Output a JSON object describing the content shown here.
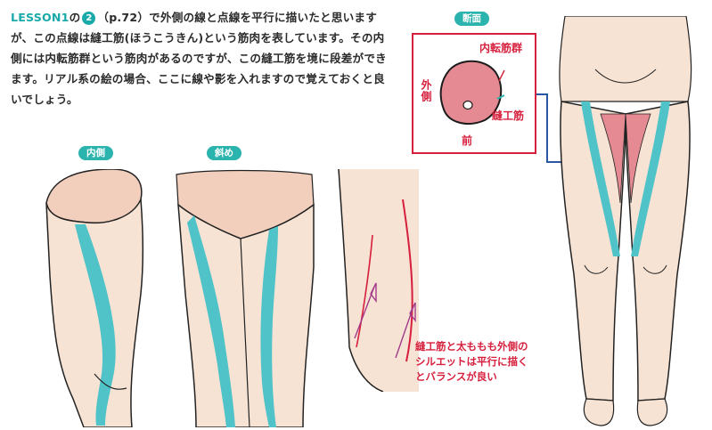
{
  "text": {
    "lesson": "LESSON1",
    "seg1": "の",
    "circled": "2",
    "seg2": "（p.72）で外側の線と点線を平行に描いたと思いますが、この点線は縫工筋(ほうこうきん)という筋肉を表しています。その内側には内転筋群という筋肉があるのですが、この縫工筋を境に段差ができます。リアル系の絵の場合、ここに線や影を入れますので覚えておくと良いでしょう。"
  },
  "labels": {
    "inner": "内側",
    "oblique": "斜め",
    "section": "断面",
    "adductor": "内転筋群",
    "outer": "外側",
    "sartorius": "縫工筋",
    "front": "前"
  },
  "note": "縫工筋と太ももも外側のシルエットは平行に描くとバランスが良い",
  "colors": {
    "teal": "#2bb3ae",
    "muscle_teal": "#4fc3c8",
    "red": "#d61f3c",
    "skin": "#f7e3d4",
    "muscle_pink": "#e58a93",
    "purple": "#a23a8a"
  }
}
